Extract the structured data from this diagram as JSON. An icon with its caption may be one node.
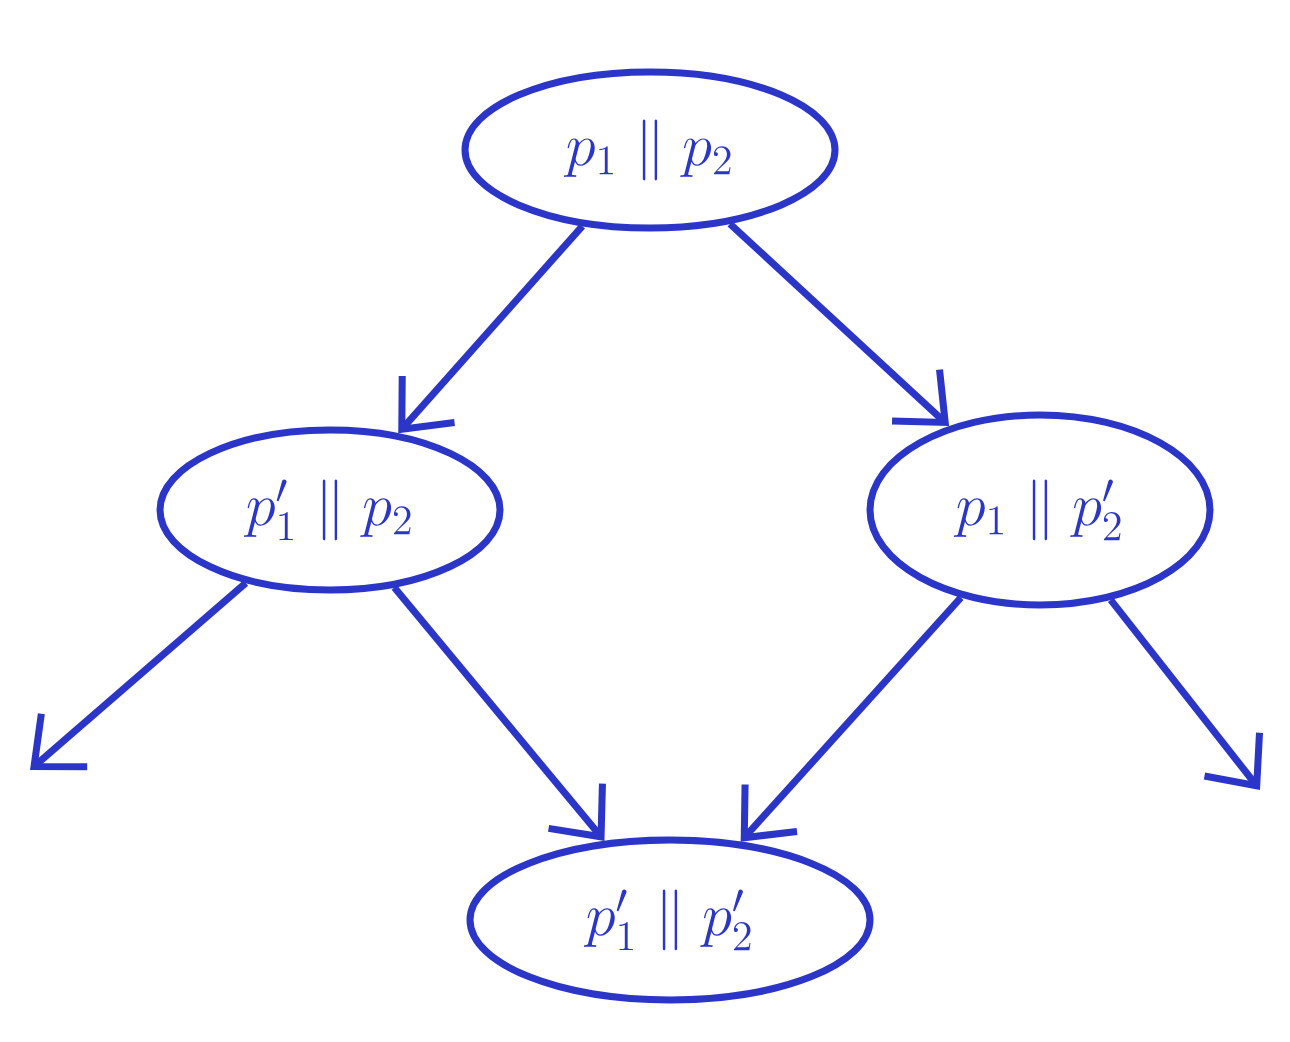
{
  "diagram": {
    "nodes": [
      {
        "text": [
          "p_1 \\parallel p_2"
        ]
      },
      {
        "text": [
          "p_1' \\parallel p_2"
        ]
      },
      {
        "text": [
          "p_1 \\parallel p_2'"
        ]
      },
      {
        "text": [
          "p_1' \\parallel p_2'"
        ]
      }
    ],
    "edges": [
      {
        "from": 0,
        "to": 1,
        "arrow": "to"
      },
      {
        "from": 0,
        "to": 2,
        "arrow": "to"
      },
      {
        "from": 1,
        "to": null,
        "arrow": "to"
      },
      {
        "from": 1,
        "to": 3,
        "arrow": "to"
      },
      {
        "from": 2,
        "to": 3,
        "arrow": "to"
      },
      {
        "from": 2,
        "to": null,
        "arrow": "to"
      }
    ]
  }
}
